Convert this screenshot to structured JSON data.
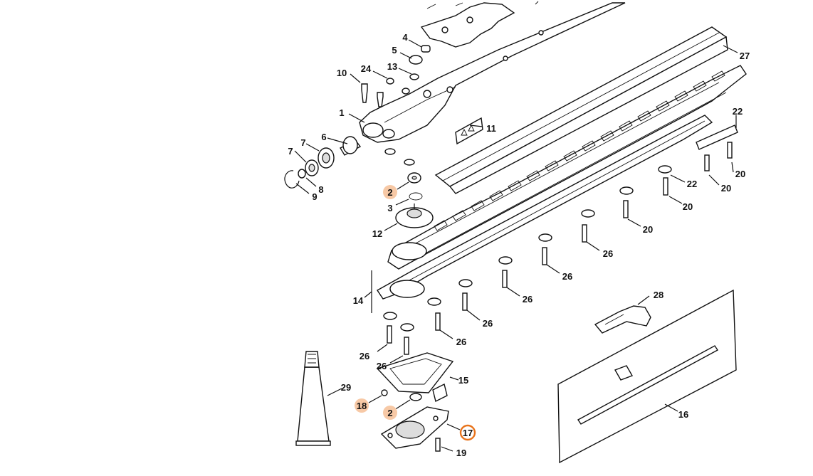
{
  "diagram": {
    "accent_colors": {
      "highlight_fill": "#f7c9a6",
      "selected_ring": "#e8731b"
    },
    "callouts": [
      {
        "id": "c4",
        "label": "4"
      },
      {
        "id": "c5",
        "label": "5"
      },
      {
        "id": "c10",
        "label": "10"
      },
      {
        "id": "c24",
        "label": "24"
      },
      {
        "id": "c13",
        "label": "13"
      },
      {
        "id": "c1",
        "label": "1"
      },
      {
        "id": "c11",
        "label": "11"
      },
      {
        "id": "c6",
        "label": "6"
      },
      {
        "id": "c7a",
        "label": "7"
      },
      {
        "id": "c7b",
        "label": "7"
      },
      {
        "id": "c8",
        "label": "8"
      },
      {
        "id": "c9",
        "label": "9"
      },
      {
        "id": "c2a",
        "label": "2",
        "style": "highlighted"
      },
      {
        "id": "c3",
        "label": "3"
      },
      {
        "id": "c12",
        "label": "12"
      },
      {
        "id": "c14",
        "label": "14"
      },
      {
        "id": "c27",
        "label": "27"
      },
      {
        "id": "c22a",
        "label": "22"
      },
      {
        "id": "c22b",
        "label": "22"
      },
      {
        "id": "c20a",
        "label": "20"
      },
      {
        "id": "c20b",
        "label": "20"
      },
      {
        "id": "c20c",
        "label": "20"
      },
      {
        "id": "c20d",
        "label": "20"
      },
      {
        "id": "c26a",
        "label": "26"
      },
      {
        "id": "c26b",
        "label": "26"
      },
      {
        "id": "c26c",
        "label": "26"
      },
      {
        "id": "c26d",
        "label": "26"
      },
      {
        "id": "c26e",
        "label": "26"
      },
      {
        "id": "c26f",
        "label": "26"
      },
      {
        "id": "c26g",
        "label": "26"
      },
      {
        "id": "c28",
        "label": "28"
      },
      {
        "id": "c29",
        "label": "29"
      },
      {
        "id": "c15",
        "label": "15"
      },
      {
        "id": "c18",
        "label": "18",
        "style": "highlighted"
      },
      {
        "id": "c2b",
        "label": "2",
        "style": "highlighted"
      },
      {
        "id": "c17",
        "label": "17",
        "style": "selected"
      },
      {
        "id": "c19",
        "label": "19"
      },
      {
        "id": "c16",
        "label": "16"
      }
    ]
  }
}
